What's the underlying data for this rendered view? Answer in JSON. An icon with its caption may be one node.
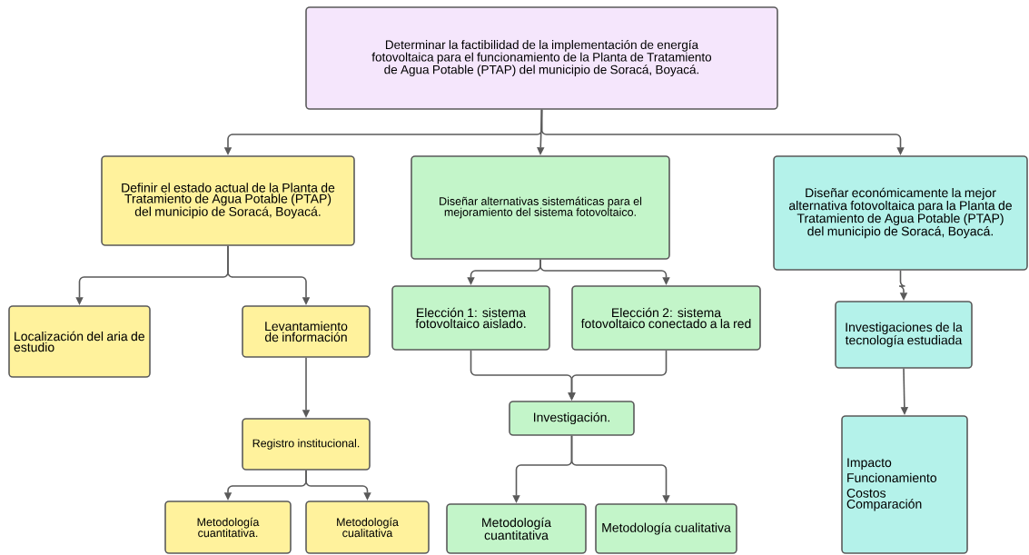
{
  "diagram": {
    "nodes": [
      {
        "text": [
          "Determinar la factibilidad de la implementación de energía fotovoltaica para el funcionamiento de la Planta de Tratamiento de Agua Potable (PTAP) del municipio de Soracá, Boyacá."
        ]
      },
      {
        "text": [
          "Definir el estado actual de la Planta de Tratamiento de Agua Potable (PTAP) del municipio de Soracá, Boyacá."
        ]
      },
      {
        "text": [
          "Diseñar alternativas sistemáticas para el mejoramiento del sistema fotovoltaico."
        ]
      },
      {
        "text": [
          "Diseñar económicamente la mejor alternativa fotovoltaica para la Planta de Tratamiento de Agua Potable (PTAP) del municipio de Soracá, Boyacá."
        ]
      },
      {
        "text": [
          "Localización del aria de estudio"
        ]
      },
      {
        "text": [
          "Levantamiento de información"
        ]
      },
      {
        "text": [
          "Registro institucional."
        ]
      },
      {
        "text": [
          "Metodología cuantitativa."
        ]
      },
      {
        "text": [
          "Metodología cualitativa"
        ]
      },
      {
        "text": [
          "Elección 1: sistema fotovoltaico aislado."
        ]
      },
      {
        "text": [
          "Elección 2: sistema fotovoltaico conectado a la red"
        ]
      },
      {
        "text": [
          "Investigación."
        ]
      },
      {
        "text": [
          "Metodología cuantitativa"
        ]
      },
      {
        "text": [
          "Metodología cualitativa"
        ]
      },
      {
        "text": [
          "Investigaciones de la tecnología estudiada"
        ]
      },
      {
        "text": [
          "Impacto",
          "Funcionamiento",
          "Costos",
          "Comparación"
        ]
      }
    ],
    "edges": [
      {
        "from": 0,
        "to": 1,
        "arrow": "to"
      },
      {
        "from": 0,
        "to": 2,
        "arrow": "to"
      },
      {
        "from": 0,
        "to": 3,
        "arrow": "to"
      },
      {
        "from": 1,
        "to": 4,
        "arrow": "to"
      },
      {
        "from": 1,
        "to": 5,
        "arrow": "to"
      },
      {
        "from": 5,
        "to": 6,
        "arrow": "to"
      },
      {
        "from": 6,
        "to": 7,
        "arrow": "to"
      },
      {
        "from": 6,
        "to": 8,
        "arrow": "to"
      },
      {
        "from": 2,
        "to": 9,
        "arrow": "to"
      },
      {
        "from": 2,
        "to": 10,
        "arrow": "to"
      },
      {
        "from": 9,
        "to": 11,
        "arrow": "to"
      },
      {
        "from": 10,
        "to": 11,
        "arrow": "to"
      },
      {
        "from": 11,
        "to": 12,
        "arrow": "to"
      },
      {
        "from": 11,
        "to": 13,
        "arrow": "to"
      },
      {
        "from": 3,
        "to": 14,
        "arrow": "to"
      },
      {
        "from": 14,
        "to": 15,
        "arrow": "to"
      }
    ]
  }
}
